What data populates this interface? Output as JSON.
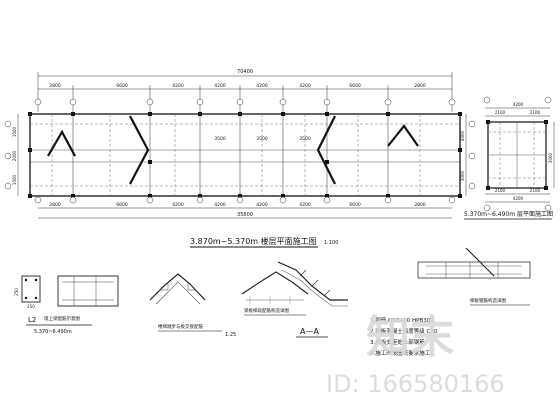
{
  "main_plan": {
    "overall_dim": "70400",
    "bays_top": [
      "2800",
      "6600",
      "4200",
      "4200",
      "4200",
      "4200",
      "6600",
      "2800"
    ],
    "bays_bottom": [
      "2800",
      "6600",
      "4200",
      "4200",
      "4200",
      "4200",
      "6600",
      "2800"
    ],
    "overall_dim_bottom": "35600",
    "left_dims": [
      "1500",
      "2000",
      "1500"
    ],
    "right_dims": [
      "4000",
      "3000"
    ],
    "span_labels": [
      "3500",
      "3500",
      "3500"
    ],
    "title": "3.870m~5.370m 楼层平面施工图",
    "scale": "1:100"
  },
  "small_plan": {
    "top_dims": [
      "4200",
      "2100",
      "2100"
    ],
    "bottom_dims": [
      "2100",
      "2100",
      "4200"
    ],
    "side_dim": "3000",
    "title": "5.370m~6.490m 层平面施工图"
  },
  "details": {
    "d1_dims": [
      "250",
      "250"
    ],
    "d1_title": "L2",
    "d1_subtitle": "雨上梁配筋示意图",
    "d1_level": "5.370~6.490m",
    "d2_title": "楼梯踏步与板交接配筋",
    "d2_scale": "1:25",
    "d3_title": "梁板梯段配筋构造详图",
    "section_aa": "A—A",
    "d5_title": "梯板钢筋构造详图"
  },
  "notes": {
    "line1": "1.钢筋 HRB400 HPB300",
    "line2": "2.梁板混凝土强度等级 C30",
    "line3": "3.梯板支座处上部钢筋",
    "line4": "4.施工时按图纸要求施工"
  },
  "watermark": {
    "logo_text": "知末",
    "id_text": "ID: 166580166"
  }
}
